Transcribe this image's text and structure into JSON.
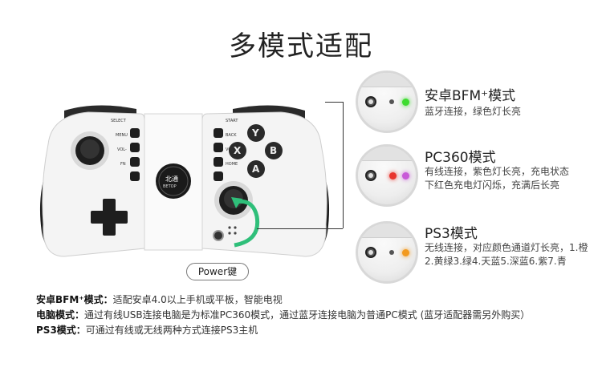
{
  "title": "多模式适配",
  "controller": {
    "left_labels": [
      "SELECT",
      "MENU",
      "VOL-",
      "FN"
    ],
    "right_labels": [
      "START",
      "BACK",
      "VOL+",
      "HOME"
    ],
    "face_buttons": [
      "Y",
      "X",
      "B",
      "A"
    ],
    "logo_text": "北通",
    "logo_sub": "BETOP",
    "power_label": "Power键"
  },
  "modes": [
    {
      "name": "安卓BFM⁺模式",
      "desc": "蓝牙连接，绿色灯长亮",
      "led_color": "#3ddc2f"
    },
    {
      "name": "PC360模式",
      "desc": "有线连接，紫色灯长亮，充电状态下红色充电灯闪烁，充满后长亮",
      "led_color": "#c85ad8",
      "led2_color": "#e8342e"
    },
    {
      "name": "PS3模式",
      "desc": "无线连接，对应颜色通道灯长亮，1.橙2.黄绿3.绿4.天蓝5.深蓝6.紫7.青",
      "led_color": "#f29a1f"
    }
  ],
  "footer": [
    {
      "label": "安卓BFM⁺模式：",
      "text": "适配安卓4.0以上手机或平板，智能电视"
    },
    {
      "label": "电脑模式：",
      "text": "通过有线USB连接电脑是为标准PC360模式，通过蓝牙连接电脑为普通PC模式 (蓝牙适配器需另外购买）"
    },
    {
      "label": "PS3模式：",
      "text": "可通过有线或无线两种方式连接PS3主机"
    }
  ]
}
